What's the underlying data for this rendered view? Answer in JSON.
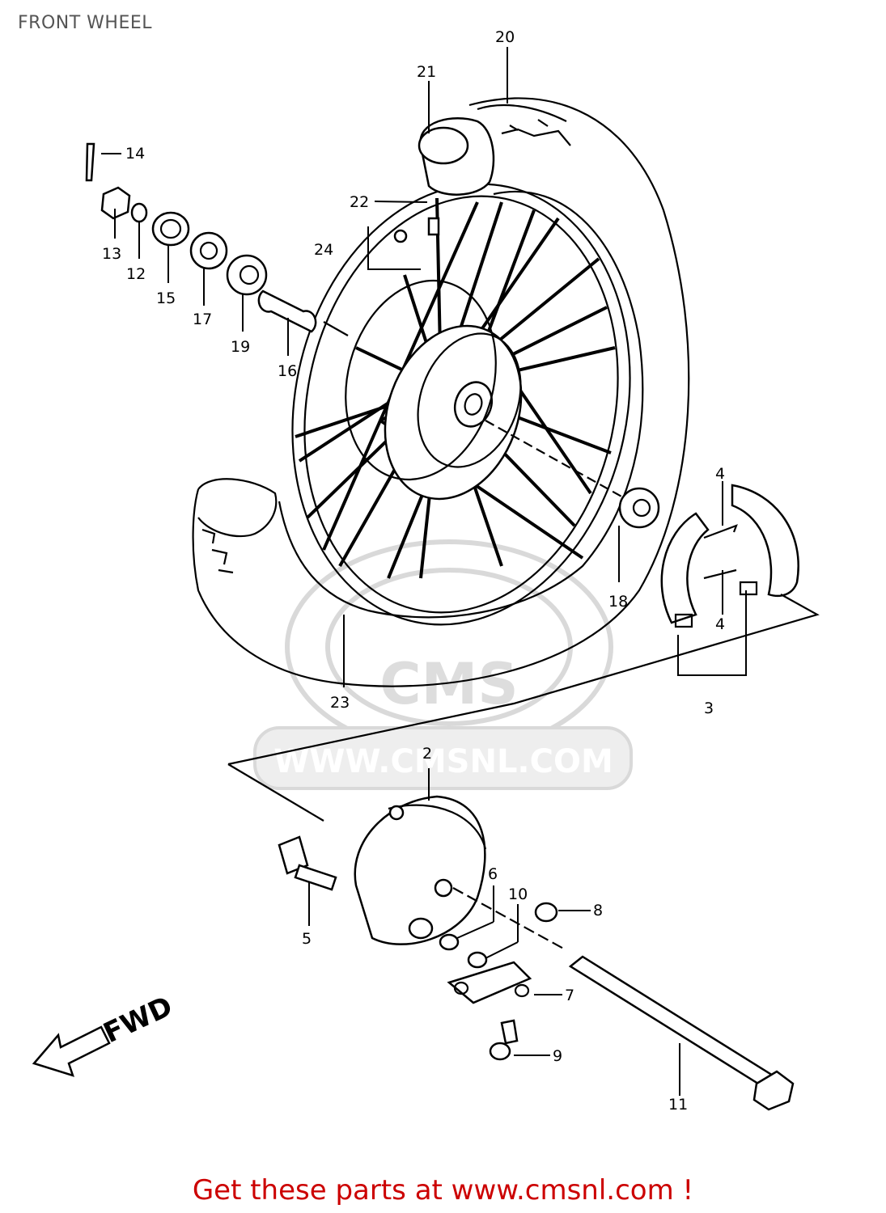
{
  "page": {
    "title": "FRONT WHEEL",
    "footer_text": "Get these parts at www.cmsnl.com !",
    "footer_color": "#cc0000"
  },
  "watermark": {
    "logo_text": "CMS",
    "url_text": "WWW.CMSNL.COM"
  },
  "direction_label": "FWD",
  "callouts": {
    "p2": "2",
    "p3": "3",
    "p4a": "4",
    "p4b": "4",
    "p5": "5",
    "p6": "6",
    "p7": "7",
    "p8": "8",
    "p9": "9",
    "p10": "10",
    "p11": "11",
    "p12": "12",
    "p13": "13",
    "p14": "14",
    "p15": "15",
    "p16": "16",
    "p17": "17",
    "p18": "18",
    "p19": "19",
    "p20": "20",
    "p21": "21",
    "p22": "22",
    "p23": "23",
    "p24": "24"
  }
}
